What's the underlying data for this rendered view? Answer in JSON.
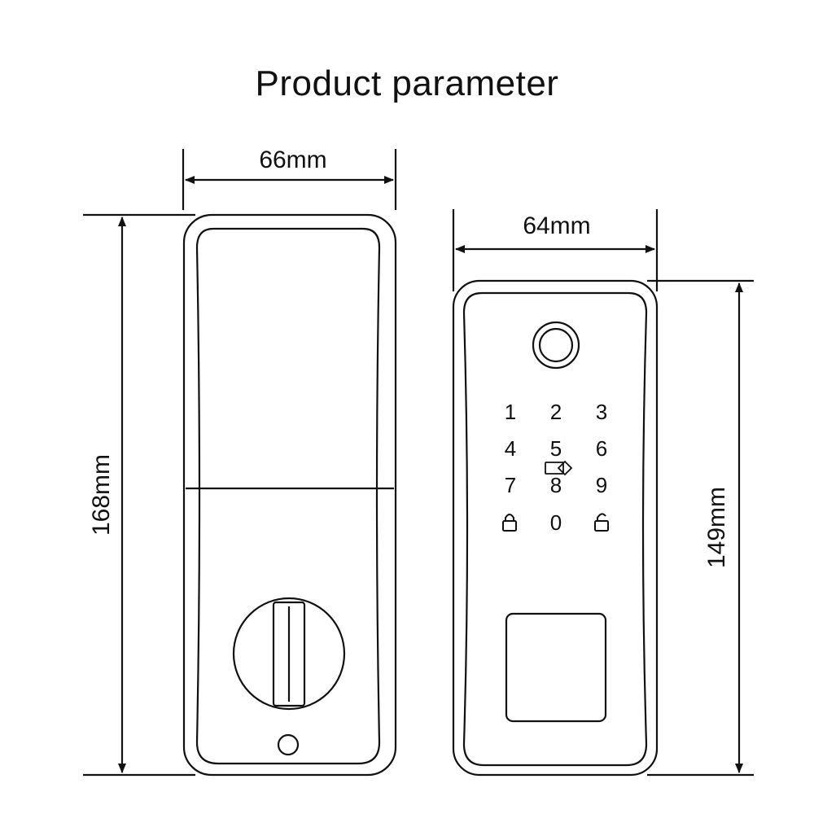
{
  "title": "Product parameter",
  "colors": {
    "line": "#111111",
    "background": "#ffffff"
  },
  "back_panel": {
    "width_label": "66mm",
    "height_label": "168mm"
  },
  "front_panel": {
    "width_label": "64mm",
    "height_label": "149mm",
    "keypad": {
      "rows": [
        [
          "1",
          "2",
          "3"
        ],
        [
          "4",
          "5",
          "6"
        ],
        [
          "7",
          "8",
          "9"
        ],
        [
          "lock-icon",
          "0",
          "unlock-icon"
        ]
      ],
      "card_reader_icon": "card-icon"
    },
    "icons": [
      "fingerprint-sensor-icon",
      "lock-icon",
      "unlock-icon",
      "card-icon"
    ]
  }
}
